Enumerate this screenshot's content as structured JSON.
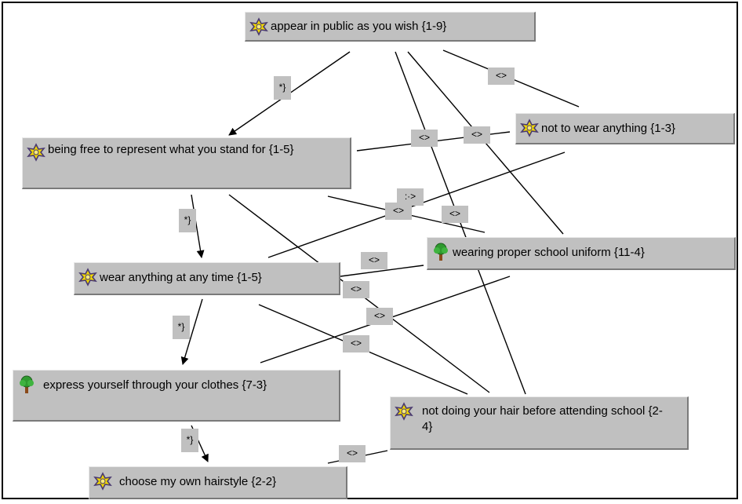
{
  "nodes": {
    "n1": {
      "label": "appear in public as you wish {1-9}",
      "icon": "flower-icon"
    },
    "n2": {
      "label": "not to wear anything {1-3}",
      "icon": "flower-icon"
    },
    "n3": {
      "label": "being free to represent what you stand for {1-5}",
      "icon": "flower-icon"
    },
    "n4": {
      "label": "wearing proper school uniform {11-4}",
      "icon": "tree-icon"
    },
    "n5": {
      "label": "wear anything at any time {1-5}",
      "icon": "flower-icon"
    },
    "n6": {
      "label": "express yourself through your clothes {7-3}",
      "icon": "tree-icon"
    },
    "n7": {
      "label": "not doing your hair before attending school {2-4}",
      "icon": "flower-icon"
    },
    "n8": {
      "label": "choose my own hairstyle {2-2}",
      "icon": "flower-icon"
    }
  },
  "relation_labels": {
    "support": "*}",
    "contrast": "<>",
    "partial": ":·>"
  },
  "colors": {
    "node_fill": "#c0c0c0",
    "line": "#000000",
    "flower_petal": "#f0d800",
    "flower_outline": "#4a3a70",
    "tree_canopy": "#2f9a2f",
    "tree_trunk": "#8a4a1a"
  }
}
